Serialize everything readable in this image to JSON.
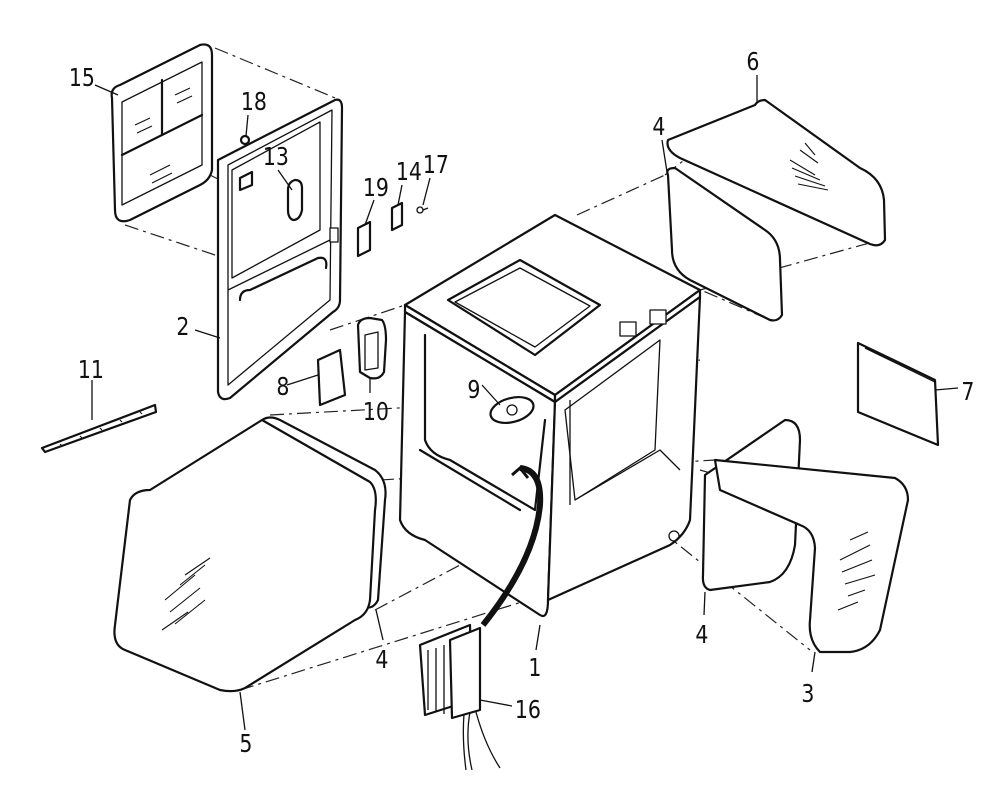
{
  "callouts": {
    "n1": "1",
    "n2": "2",
    "n3": "3",
    "n4a": "4",
    "n4b": "4",
    "n4c": "4",
    "n5": "5",
    "n6": "6",
    "n7": "7",
    "n8": "8",
    "n9": "9",
    "n10": "10",
    "n11": "11",
    "n13": "13",
    "n14": "14",
    "n15": "15",
    "n16": "16",
    "n17": "17",
    "n18": "18",
    "n19": "19"
  }
}
